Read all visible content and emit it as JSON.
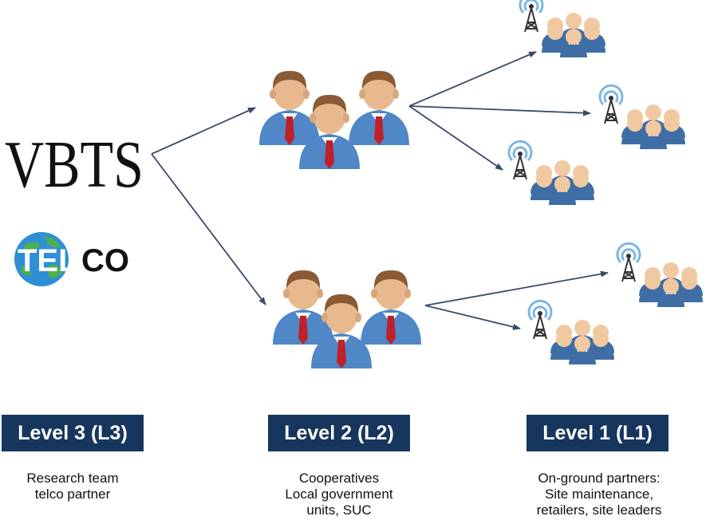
{
  "logos": {
    "vbts": "VBTS",
    "telco_prefix": "TEL",
    "telco_suffix": "CO"
  },
  "levels": [
    {
      "label": "Level 3 (L3)",
      "lines": [
        "Research team",
        "telco partner"
      ]
    },
    {
      "label": "Level 2 (L2)",
      "lines": [
        "Cooperatives",
        "Local government",
        "units, SUC"
      ]
    },
    {
      "label": "Level 1 (L1)",
      "lines": [
        "On-ground partners:",
        "Site maintenance,",
        "retailers, site leaders"
      ]
    }
  ],
  "colors": {
    "badge": "#17365d",
    "arrow": "#3b4a66",
    "shirt": "#4f87c7",
    "tie": "#c0202a",
    "skin": "#e8b98e",
    "hair": "#8a5a34",
    "community_head": "#f0c9a0",
    "community_body": "#3f6ea6",
    "tower_signal": "#7bb7e2"
  },
  "icons": {
    "manager_group": "business-people-icon",
    "community_group": "community-people-icon",
    "tower": "cell-tower-icon",
    "globe": "globe-icon"
  }
}
